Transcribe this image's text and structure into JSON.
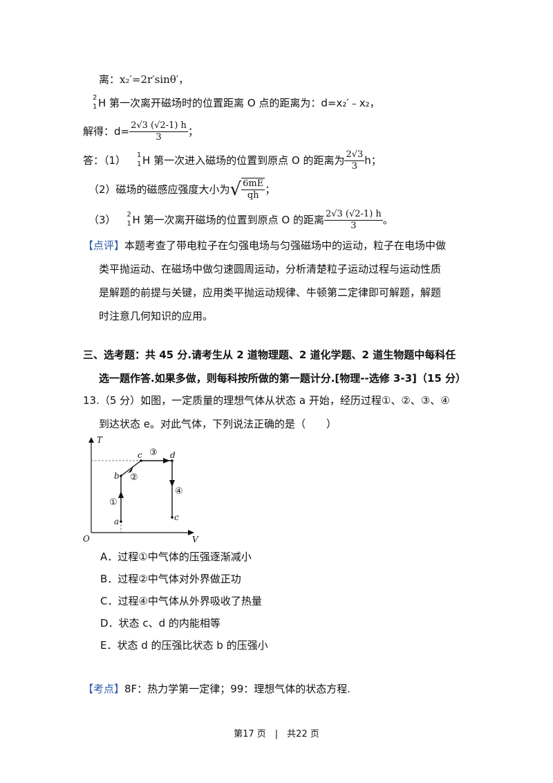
{
  "lines": {
    "l1_label": "离：",
    "l1_formula": "x₂′=2r′sinθ′，",
    "l2_sup": "2",
    "l2_sub": "1",
    "l2_text": "H 第一次离开磁场时的位置距离 O 点的距离为：d=x₂′﹣x₂，",
    "l3_label": "解得：d=",
    "l3_num": "2√3 (√2-1) h",
    "l3_den": "3",
    "l3_tail": "；",
    "l4_label": "答：（1）",
    "l4_sup": "1",
    "l4_sub": "1",
    "l4_text": "H 第一次进入磁场的位置到原点 O 的距离为",
    "l4_num": "2√3",
    "l4_den": "3",
    "l4_tail": "h；",
    "l5_label": "（2）磁场的磁感应强度大小为",
    "l5_num": "6mE",
    "l5_den": "qh",
    "l5_tail": "；",
    "l6_label": "（3）",
    "l6_sup": "2",
    "l6_sub": "1",
    "l6_text": "H 第一次离开磁场的位置到原点 O 的距离",
    "l6_num": "2√3 (√2-1) h",
    "l6_den": "3",
    "l6_tail": "。"
  },
  "comment": {
    "tag": "【点评】",
    "text1": "本题考查了带电粒子在匀强电场与匀强磁场中的运动，粒子在电场中做",
    "text2": "类平抛运动、在磁场中做匀速圆周运动，分析清楚粒子运动过程与运动性质",
    "text3": "是解题的前提与关键，应用类平抛运动规律、牛顿第二定律即可解题，解题",
    "text4": "时注意几何知识的应用。"
  },
  "section": {
    "line1": "三、选考题：共 45 分.请考生从 2 道物理题、2 道化学题、2 道生物题中每科任",
    "line2": "选一题作答.如果多做，则每科按所做的第一题计分.[物理--选修 3-3]（15 分）"
  },
  "question": {
    "line1": "13.（5 分）如图，一定质量的理想气体从状态 a 开始，经历过程①、②、③、④",
    "line2": "到达状态 e。对此气体，下列说法正确的是（　　）"
  },
  "figure": {
    "axis_y": "T",
    "axis_x": "V",
    "origin": "O",
    "point_a": "a",
    "point_b": "b",
    "point_c": "c",
    "point_d": "d",
    "point_e": "c",
    "step1": "①",
    "step2": "②",
    "step3": "③",
    "step4": "④"
  },
  "options": [
    "A．过程①中气体的压强逐渐减小",
    "B．过程②中气体对外界做正功",
    "C．过程④中气体从外界吸收了热量",
    "D．状态 c、d 的内能相等",
    "E．状态 d 的压强比状态 b 的压强小"
  ],
  "kaodian": {
    "tag": "【考点】",
    "text": "8F：热力学第一定律；99：理想气体的状态方程."
  },
  "footer": "第17 页　|　共22 页",
  "colors": {
    "accent": "#2e5aa8"
  }
}
